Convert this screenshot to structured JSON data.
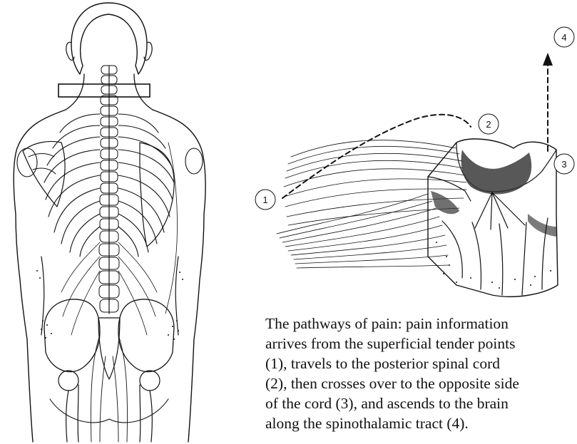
{
  "callouts": [
    {
      "number": "1"
    },
    {
      "number": "2"
    },
    {
      "number": "3"
    },
    {
      "number": "4"
    }
  ],
  "caption": {
    "lines": [
      "The pathways of pain: pain information",
      "arrives from the superficial tender points",
      "(1), travels to the posterior spinal cord",
      "(2), then crosses over to the opposite side",
      "of the cord (3), and ascends to the brain",
      "along the spinothalamic tract (4)."
    ]
  }
}
